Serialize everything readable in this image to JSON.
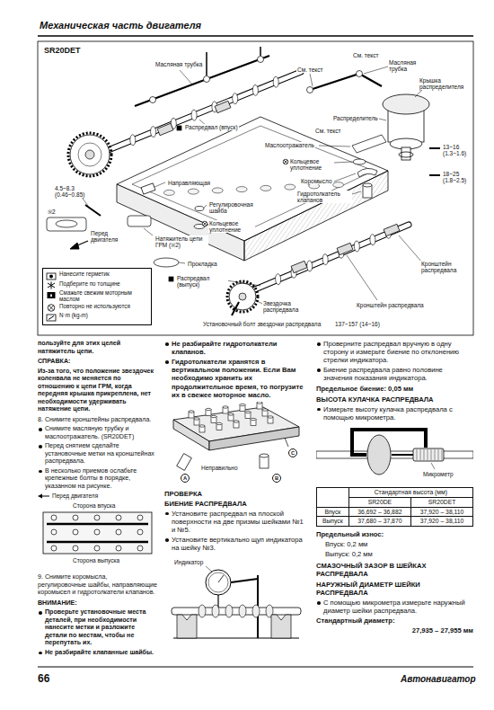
{
  "diagram": {
    "title": "Механическая часть двигателя",
    "labels": [
      "SR20DET",
      "Масляная трубка",
      "Распредвал (впуск)",
      "См. текст",
      "См. текст",
      "Масляная трубка",
      "Крышка распределителя",
      "Распределитель",
      "См. текст",
      "Маслоотражатель",
      "Кольцевое уплотнение",
      "Коромысло",
      "Гидротолкатель клапанов",
      "13~16 (1.3~1.6)",
      "18~25 (1.8~2.5)",
      "Кронштейн распредвала",
      "Кронштейн распредвала",
      "Распредвал (выпуск)",
      "Звездочка распредвала",
      "Установочный болт звездочки распредвала",
      "137~157 (14~16)",
      "Направляющая",
      "Регулировочная шайба",
      "Кольцевое уплотнение",
      "Натяжитель цепи ГРМ (※2)",
      "Прокладка",
      "4.5~8.3 (0.46~0.85)",
      "※2",
      "Перед двигателя",
      "пользуйте для этих целей натяжитель цепи.",
      "СПРАВКА:",
      "Из-за того, что положение звездочек коленвала не меняется по отношению к цепи ГРМ, когда передняя крышка прикреплена, нет необходимости удерживать натяжение цепи.",
      "8. Снимите кронштейны распредвала.",
      "Снимите масляную трубку и маслоотражатель. (SR20DET)",
      "Перед снятием сделайте установочные метки на кронштейнах распредвала.",
      "В несколько приемов ослабьте крепежные болты в порядке, указанном на рисунке.",
      "Перед двигателя",
      "Сторона впуска",
      "Сторона выпуска",
      "9. Снимите коромысла, регулировочные шайбы, направляющие коромысел и гидротолкатели клапанов.",
      "ВНИМАНИЕ:",
      "Проверьте установочные места деталей, при необходимости нанесите метки и разложите детали по местам, чтобы не перепутать их.",
      "Не разбирайте клапанные шайбы.",
      "Не разбирайте гидротолкатели клапанов.",
      "Гидротолкатели хранятся в вертикальном положении. Если Вам необходимо хранить их продолжительное время, то погрузите их в свежее моторное масло.",
      "A",
      "Неправильно",
      "B",
      "C",
      "ПРОВЕРКА",
      "БИЕНИЕ РАСПРЕДВАЛА",
      "Установите распредвал на плоской поверхности на две призмы шейками №1 и №5.",
      "Установите вертикально щуп индикатора на шейку №3.",
      "Индикатор",
      "Проверните распредвал вручную в одну сторону и измерьте биение по отклонению стрелки индикатора.",
      "Биение распредвала равно половине значения показания индикатора.",
      "Предельное биение: 0,05 мм",
      "ВЫСОТА КУЛАЧКА РАСПРЕДВАЛА",
      "Измерьте высоту кулачка распредвала с помощью микрометра.",
      "Микрометр",
      "Стандартная высота (мм)",
      "SR20DE",
      "SR20DET",
      "Впуск",
      "36,692 – 36,882",
      "37,920 – 38,110",
      "Выпуск",
      "37,680 – 37,870",
      "37,920 – 38,110",
      "Предельный износ:",
      "Впуск: 0,2 мм",
      "Выпуск: 0,2 мм",
      "СМАЗОЧНЫЙ ЗАЗОР В ШЕЙКАХ РАСПРЕДВАЛА",
      "НАРУЖНЫЙ ДИАМЕТР ШЕЙКИ РАСПРЕДВАЛА",
      "С помощью микрометра измерьте наружный диаметр шейки распредвала.",
      "Стандартный диаметр:",
      "27,935 – 27,955 мм",
      "66",
      "Автонавигатор"
    ],
    "legend": [
      {
        "text": "Нанесите герметик"
      },
      {
        "text": "Подберите по толщине"
      },
      {
        "text": "Смажьте свежим моторным маслом"
      },
      {
        "text": "Повторно не используются"
      },
      {
        "text": "N·m (kg-m)"
      }
    ]
  }
}
